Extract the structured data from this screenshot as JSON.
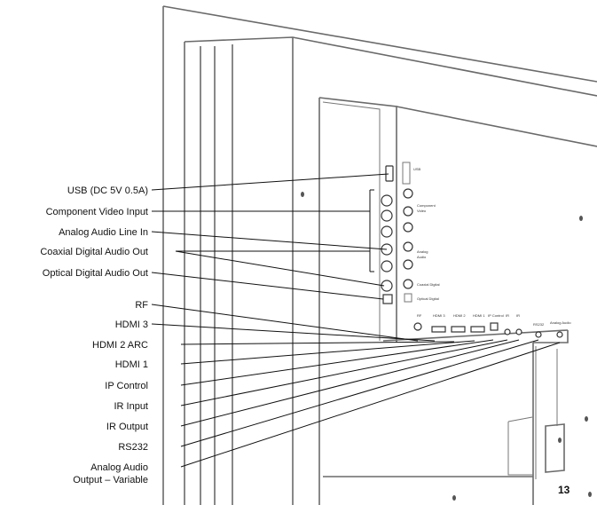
{
  "labels": [
    {
      "id": "usb",
      "text": "USB (DC 5V 0.5A)"
    },
    {
      "id": "component-video",
      "text": "Component Video Input"
    },
    {
      "id": "analog-audio-in",
      "text": "Analog Audio Line In"
    },
    {
      "id": "coaxial",
      "text": "Coaxial Digital Audio Out"
    },
    {
      "id": "optical",
      "text": "Optical Digital Audio Out"
    },
    {
      "id": "rf",
      "text": "RF"
    },
    {
      "id": "hdmi3",
      "text": "HDMI 3"
    },
    {
      "id": "hdmi2",
      "text": "HDMI 2 ARC"
    },
    {
      "id": "hdmi1",
      "text": "HDMI 1"
    },
    {
      "id": "ip-control",
      "text": "IP Control"
    },
    {
      "id": "ir-input",
      "text": "IR Input"
    },
    {
      "id": "ir-output",
      "text": "IR Output"
    },
    {
      "id": "rs232",
      "text": "RS232"
    },
    {
      "id": "analog-out-1",
      "text": "Analog Audio"
    },
    {
      "id": "analog-out-2",
      "text": "Output – Variable"
    }
  ],
  "panel_side": {
    "usb": "USB",
    "component_1": "Component",
    "component_2": "Video",
    "analog_1": "Analog",
    "analog_2": "Audio",
    "coaxial": "Coaxial Digital",
    "optical": "Optical Digital"
  },
  "panel_bottom": {
    "rf": "RF",
    "hdmi3": "HDMI 3",
    "hdmi2": "HDMI 2",
    "hdmi1": "HDMI 1",
    "ip": "IP Control",
    "ir_in": "IR",
    "ir_out": "IR",
    "rs232": "RS232",
    "analog_out": "Analog Audio"
  },
  "page_number": "13"
}
